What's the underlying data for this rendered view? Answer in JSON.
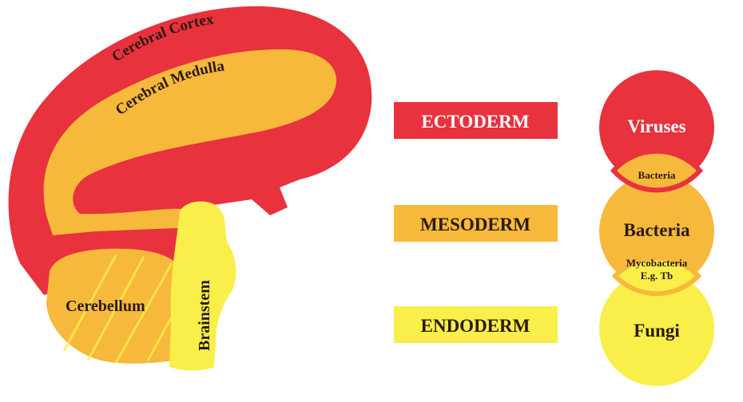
{
  "brain": {
    "cortex_label": "Cerebral Cortex",
    "medulla_label": "Cerebral Medulla",
    "cerebellum_label": "Cerebellum",
    "brainstem_label": "Brainstem"
  },
  "germ_layers": {
    "ectoderm": "ECTODERM",
    "mesoderm": "MESODERM",
    "endoderm": "ENDODERM"
  },
  "organisms": {
    "viruses": "Viruses",
    "bacteria_overlap": "Bacteria",
    "bacteria": "Bacteria",
    "mycobacteria_line1": "Mycobacteria",
    "mycobacteria_line2": "E.g. Tb",
    "fungi": "Fungi"
  },
  "colors": {
    "red": "#e8323e",
    "orange": "#f6b93b",
    "yellow": "#f9ee4a",
    "text_light": "#ffffff",
    "text_dark": "#2a1a10"
  }
}
